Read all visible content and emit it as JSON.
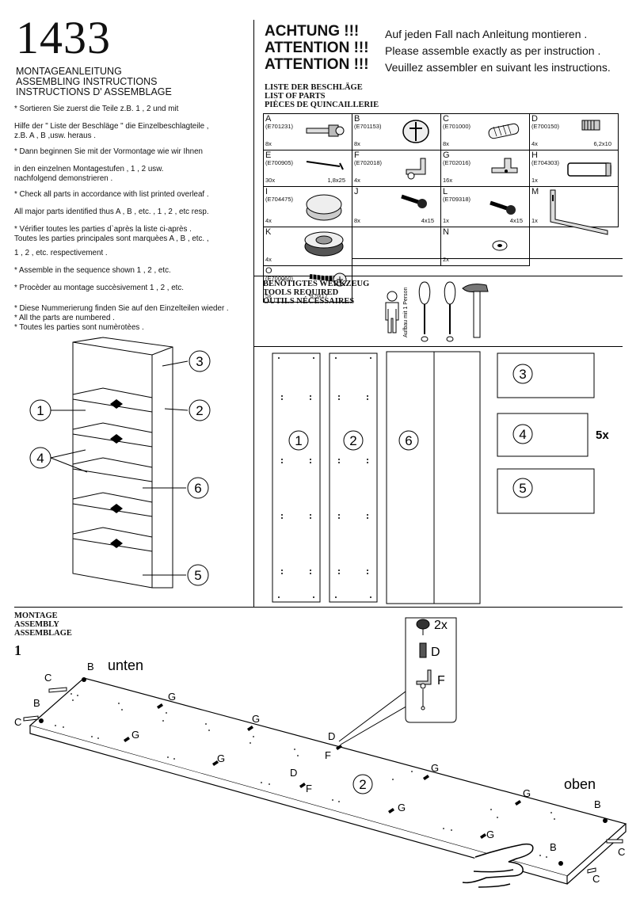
{
  "header": {
    "model_number": "1433",
    "subtitle": [
      "MONTAGEANLEITUNG",
      "ASSEMBLING INSTRUCTIONS",
      "INSTRUCTIONS D' ASSEMBLAGE"
    ]
  },
  "instructions": [
    [
      "*  Sortieren Sie zuerst die Teile z.B.   1  ,   2   und mit"
    ],
    [
      "     Hilfe der \" Liste der Beschläge \" die Einzelbeschlagteile ,",
      "     z.B. A , B ,usw. heraus ."
    ],
    [
      "*  Dann beginnen Sie mit der Vormontage wie wir Ihnen"
    ],
    [
      "     in den einzelnen Montagestufen ,  1  ,  2   usw.",
      "     nachfolgend demonstrieren ."
    ],
    [
      "*  Check all parts in accordance with list printed overleaf ."
    ],
    [
      "     All major parts identified thus A , B , etc. ,  1  ,  2  , etc resp."
    ],
    [
      "*  Vérifier toutes les parties d`après la liste ci-après .",
      "     Toutes les parties principales sont marquèes A , B , etc. ,"
    ],
    [
      "        1  ,  2  , etc. respectivement ."
    ],
    [
      "*  Assemble in the sequence shown  1  ,  2  , etc."
    ],
    [
      "*  Procèder au montage succèsivement  1  ,  2  , etc."
    ],
    [
      "*  Diese Nummerierung finden Sie auf den Einzelteilen wieder .",
      "*  All the parts are numbered .",
      "*  Toutes les parties sont numèrotèes ."
    ]
  ],
  "warnings": [
    {
      "head": "ACHTUNG    !!!",
      "text": "Auf jeden Fall nach Anleitung montieren ."
    },
    {
      "head": "ATTENTION !!!",
      "text": "Please assemble exactly as per instruction ."
    },
    {
      "head": "ATTENTION !!!",
      "text": "Veuillez assembler en suivant les instructions."
    }
  ],
  "parts_list": {
    "title": [
      "LISTE DER BESCHLÄGE",
      "LIST OF PARTS",
      "PIÈCES DE QUINCAILLERIE"
    ],
    "rows": [
      [
        {
          "letter": "A",
          "code": "(E701231)",
          "qty": "8x",
          "size": "",
          "icon": "cam-bolt-icon"
        },
        {
          "letter": "B",
          "code": "(E701153)",
          "qty": "8x",
          "size": "",
          "icon": "cam-lock-icon"
        },
        {
          "letter": "C",
          "code": "(E701000)",
          "qty": "8x",
          "size": "",
          "icon": "wooden-dowel-icon"
        },
        {
          "letter": "D",
          "code": "(E700150)",
          "qty": "4x",
          "size": "6,2x10",
          "icon": "shelf-pin-icon"
        }
      ],
      [
        {
          "letter": "E",
          "code": "(E700905)",
          "qty": "30x",
          "size": "1,8x25",
          "icon": "nail-icon"
        },
        {
          "letter": "F",
          "code": "(E702018)",
          "qty": "4x",
          "size": "",
          "icon": "bracket-icon"
        },
        {
          "letter": "G",
          "code": "(E702016)",
          "qty": "16x",
          "size": "",
          "icon": "shelf-support-icon"
        },
        {
          "letter": "H",
          "code": "(E704303)",
          "qty": "1x",
          "size": "",
          "icon": "handle-icon"
        }
      ],
      [
        {
          "letter": "I",
          "code": "(E704475)",
          "qty": "4x",
          "size": "",
          "icon": "furniture-foot-icon"
        },
        {
          "letter": "J",
          "code": "",
          "qty": "8x",
          "size": "4x15",
          "icon": "screw-icon"
        },
        {
          "letter": "L",
          "code": "(E709318)",
          "qty": "1x",
          "size": "4x15",
          "icon": "screw-icon"
        },
        {
          "letter": "M",
          "code": "",
          "qty": "1x",
          "size": "",
          "icon": "wall-bracket-icon"
        }
      ],
      [
        {
          "letter": "K",
          "code": "",
          "qty": "4x",
          "size": "",
          "icon": "foot-base-icon"
        },
        {
          "letter": "",
          "code": "",
          "qty": "",
          "size": "",
          "icon": ""
        },
        {
          "letter": "N",
          "code": "",
          "qty": "2x",
          "size": "",
          "icon": "washer-icon"
        },
        {
          "letter": "",
          "code": "",
          "qty": "",
          "size": "",
          "icon": ""
        }
      ],
      [
        {
          "letter": "O",
          "code": "(E700060)",
          "qty": "5x",
          "size": "3,5x17",
          "icon": "screw-icon"
        }
      ]
    ]
  },
  "tools": {
    "title": [
      "BENÖTIGTES WERKZEUG",
      "TOOLS REQUIRED",
      "OUTILS NÉCESSAIRES"
    ],
    "person_note": "Aufbau mit 1 Person",
    "icons": [
      "person-icon",
      "flat-screwdriver-icon",
      "phillips-screwdriver-icon",
      "hammer-icon"
    ]
  },
  "overview": {
    "callouts": [
      "1",
      "2",
      "3",
      "4",
      "5",
      "6"
    ]
  },
  "panels": {
    "labels": [
      "1",
      "2",
      "6",
      "3",
      "4",
      "5"
    ],
    "multiplier": "5x"
  },
  "assembly": {
    "title": [
      "MONTAGE",
      "ASSEMBLY",
      "ASSEMBLAGE"
    ],
    "step": "1",
    "unten": "unten",
    "oben": "oben",
    "panel_label": "2",
    "detail_qty": "2x",
    "detail_d": "D",
    "detail_f": "F",
    "labels": {
      "b": "B",
      "c": "C",
      "g": "G",
      "d": "D",
      "f": "F"
    }
  }
}
